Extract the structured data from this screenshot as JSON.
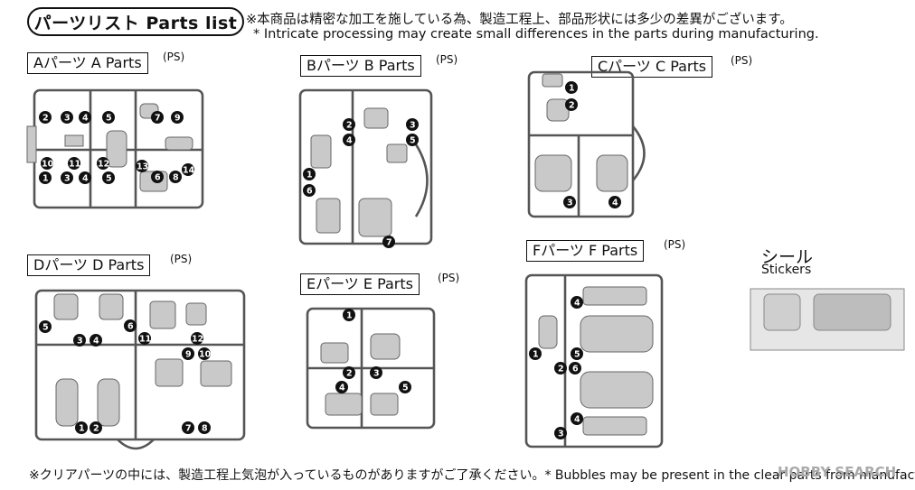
{
  "header": {
    "title": "パーツリスト Parts list",
    "note_jp": "※本商品は精密な加工を施している為、製造工程上、部品形状には多少の差異がございます。",
    "note_en": "* Intricate processing may create small differences in the parts during manufacturing."
  },
  "sections": {
    "a": {
      "label": "Aパーツ  A Parts",
      "ps": "(PS)"
    },
    "b": {
      "label": "Bパーツ  B Parts",
      "ps": "(PS)"
    },
    "c": {
      "label": "Cパーツ  C Parts",
      "ps": "(PS)"
    },
    "d": {
      "label": "Dパーツ  D Parts",
      "ps": "(PS)"
    },
    "e": {
      "label": "Eパーツ  E Parts",
      "ps": "(PS)"
    },
    "f": {
      "label": "Fパーツ  F Parts",
      "ps": "(PS)"
    }
  },
  "stickers": {
    "title": "シール",
    "subtitle": "Stickers"
  },
  "footer": "※クリアパーツの中には、製造工程上気泡が入っているものがありますがご了承ください。* Bubbles may be present in the clear parts from manufacturing.",
  "watermark": "HOBBY SEARCH"
}
